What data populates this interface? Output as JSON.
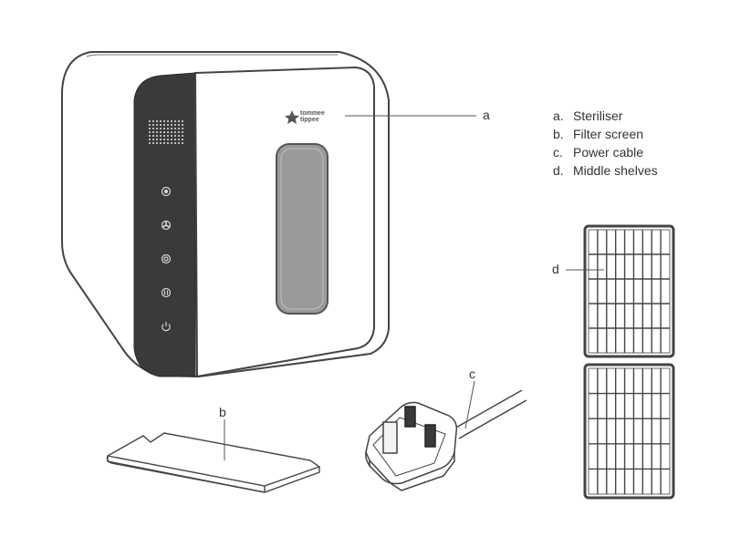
{
  "brand": {
    "line1": "tommee",
    "line2": "tippee"
  },
  "legend": [
    {
      "key": "a.",
      "label": "Steriliser"
    },
    {
      "key": "b.",
      "label": "Filter screen"
    },
    {
      "key": "c.",
      "label": "Power cable"
    },
    {
      "key": "d.",
      "label": "Middle shelves"
    }
  ],
  "callouts": {
    "a": "a",
    "b": "b",
    "c": "c",
    "d": "d"
  },
  "control_icons": [
    "settings-icon",
    "fan-icon",
    "dry-icon",
    "storage-icon",
    "power-icon"
  ],
  "colors": {
    "outline": "#444444",
    "panel": "#3a3a3a",
    "window": "#9a9a9a"
  }
}
